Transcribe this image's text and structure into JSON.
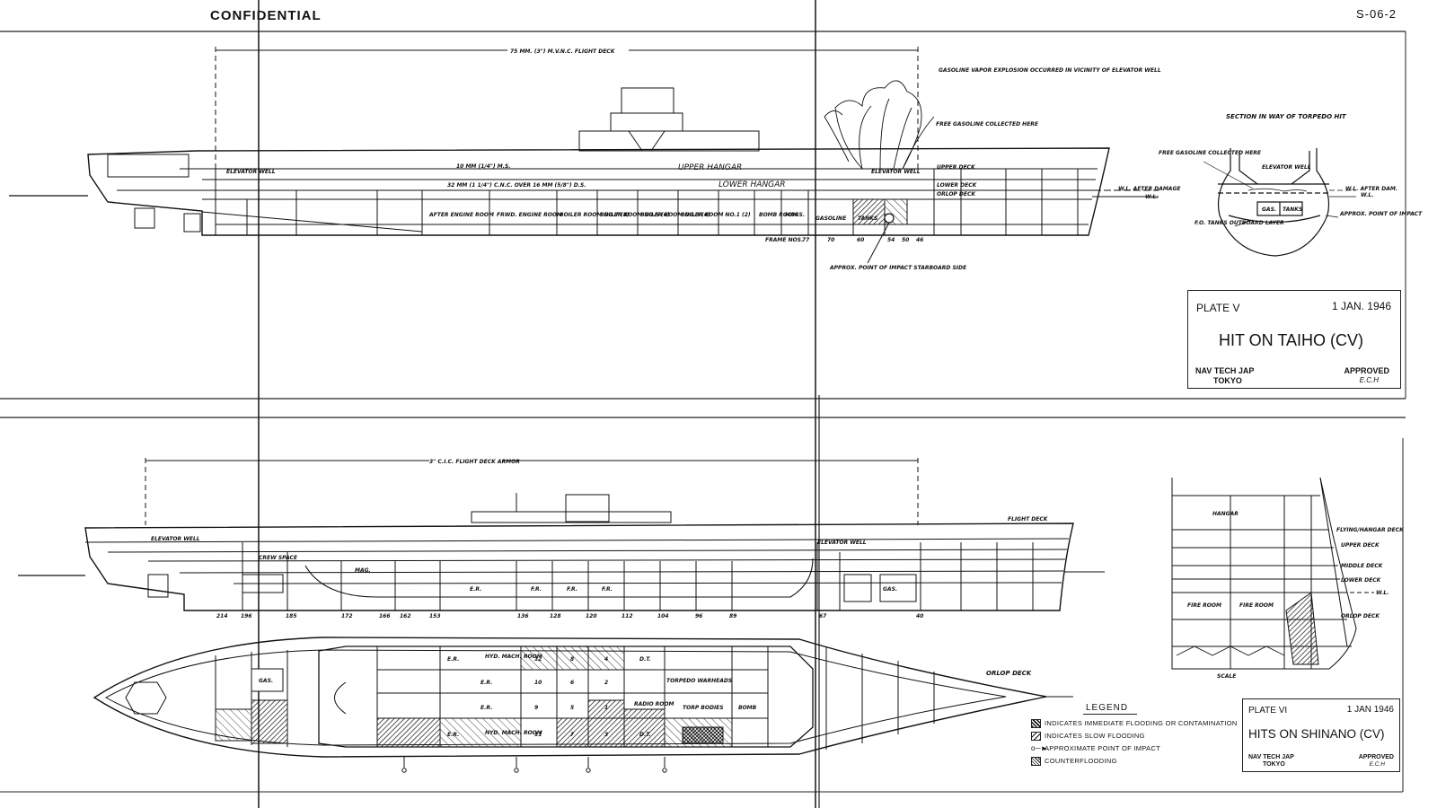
{
  "header": {
    "classification": "CONFIDENTIAL",
    "doc_id": "S-06-2"
  },
  "plate5": {
    "plate": "PLATE V",
    "date": "1 JAN. 1946",
    "title": "HIT ON TAIHO (CV)",
    "org": "NAV TECH JAP",
    "city": "TOKYO",
    "approved": "APPROVED",
    "initials": "E.C.H",
    "flight_deck": "75 MM. (3\") M.V.N.C. FLIGHT DECK",
    "vapor_note": "GASOLINE VAPOR EXPLOSION OCCURRED IN VICINITY OF ELEVATOR WELL",
    "free_gas": "FREE GASOLINE COLLECTED HERE",
    "elevator_well": "ELEVATOR WELL",
    "elevator_well_2": "ELEVATOR WELL",
    "ms": "10 MM (1/4\") M.S.",
    "cnc": "32 MM (1 1/4\") C.N.C. OVER 16 MM (5/8\") D.S.",
    "upper_hangar": "UPPER HANGAR",
    "lower_hangar": "LOWER HANGAR",
    "upper_deck": "UPPER DECK",
    "lower_deck": "LOWER DECK",
    "orlop_deck": "ORLOP DECK",
    "after_engine": "AFTER ENGINE ROOM",
    "fwd_engine": "FRWD. ENGINE ROOM",
    "boiler7": "BOILER ROOM NO.7 (8)",
    "boiler5": "BOILER ROOM NO.5 (6)",
    "boiler3": "BOILER ROOM NO.3 (4)",
    "boiler1": "BOILER ROOM NO.1 (2)",
    "bomb_room": "BOMB ROOM",
    "mags": "MAGS.",
    "gasoline": "GASOLINE",
    "tanks": "TANKS",
    "frame_nos": "FRAME NOS.",
    "frames": [
      "77",
      "70",
      "60",
      "54",
      "50",
      "46"
    ],
    "impact": "APPROX. POINT OF IMPACT STARBOARD SIDE",
    "section_title": "SECTION IN WAY OF TORPEDO HIT",
    "sec_free_gas": "FREE GASOLINE COLLECTED HERE",
    "sec_elev": "ELEVATOR WELL",
    "wl_after": "W.L. AFTER DAMAGE",
    "wl": "W.L.",
    "wl_after_r": "W.L. AFTER DAM.",
    "wl_r": "W.L.",
    "gas": "GAS.",
    "tanks_s": "TANKS",
    "fo_tanks": "F.O. TANKS OUTBOARD LAYER",
    "approx_impact": "APPROX. POINT OF IMPACT"
  },
  "plate6": {
    "plate": "PLATE VI",
    "date": "1 JAN 1946",
    "title": "HITS ON SHINANO (CV)",
    "org": "NAV TECH JAP",
    "city": "TOKYO",
    "approved": "APPROVED",
    "initials": "E.C.H",
    "flight_deck_armor": "3\" C.I.C. FLIGHT DECK ARMOR",
    "flight_deck": "FLIGHT DECK",
    "elevator_well": "ELEVATOR WELL",
    "elevator_well_2": "ELEVATOR WELL",
    "crew_space": "CREW SPACE",
    "mag": "MAG.",
    "er": "E.R.",
    "fr": "F.R.",
    "orlop_deck": "ORLOP DECK",
    "sec_hangar": "HANGAR",
    "sec_flying": "FLYING/HANGAR DECK",
    "sec_upper": "UPPER DECK",
    "sec_middle": "MIDDLE DECK",
    "sec_lower": "LOWER DECK",
    "sec_orlop": "ORLOP DECK",
    "sec_wl": "W.L.",
    "fire_room": "FIRE ROOM",
    "scale": "SCALE",
    "frames": [
      "214",
      "196",
      "185",
      "172",
      "166",
      "162",
      "153",
      "136",
      "128",
      "120",
      "112",
      "104",
      "96",
      "89",
      "67",
      "40"
    ],
    "cells_upper": [
      "E.R.",
      "HYD. MACH. ROOM",
      "12",
      "8",
      "4",
      "D.T."
    ],
    "cells_mid": [
      "E.R.",
      "10",
      "6",
      "2",
      "TORPEDO WARHEADS"
    ],
    "cells_low": [
      "E.R.",
      "9",
      "5",
      "1",
      "RADIO ROOM",
      "TORP BODIES",
      "BOMB"
    ],
    "cells_bottom": [
      "E.R.",
      "HYD. MACH. ROOM",
      "11",
      "7",
      "3",
      "D.T."
    ],
    "gas": "GAS.",
    "gas2": "GAS."
  },
  "legend": {
    "title": "LEGEND",
    "items": [
      {
        "label": "INDICATES IMMEDIATE FLOODING OR CONTAMINATION",
        "icon": "dense-hatch"
      },
      {
        "label": "INDICATES SLOW FLOODING",
        "icon": "sparse-hatch"
      },
      {
        "label": "APPROXIMATE POINT OF IMPACT",
        "icon": "impact-arrow"
      },
      {
        "label": "COUNTERFLOODING",
        "icon": "cross-hatch"
      }
    ]
  },
  "colors": {
    "ink": "#111111",
    "paper": "#ffffff",
    "water": "#333333"
  }
}
